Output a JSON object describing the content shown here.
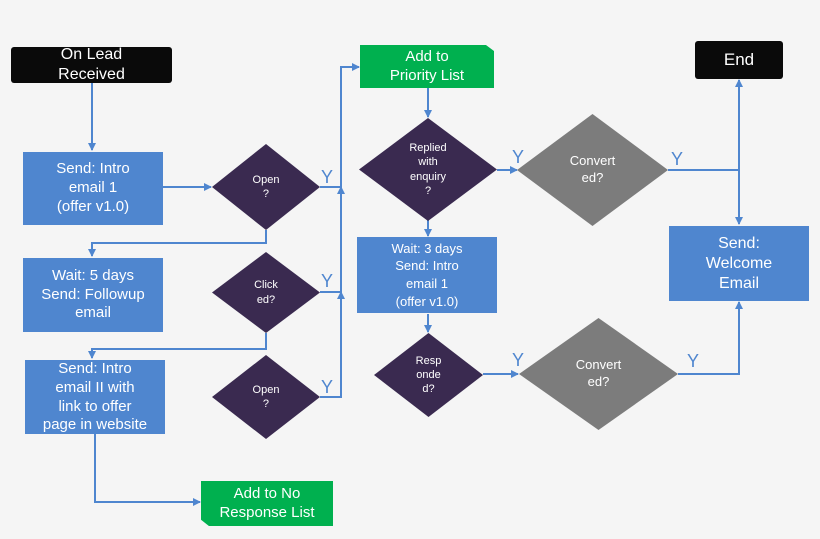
{
  "colors": {
    "terminal": "#0a0a0a",
    "process": "#4f86cf",
    "list": "#00b04f",
    "decision_dark": "#3a2a50",
    "decision_grey": "#7c7c7c",
    "connector": "#4f86cf",
    "background": "#f5f5f5"
  },
  "nodes": {
    "on_lead_received": "On Lead\nReceived",
    "send_intro_email_1": "Send: Intro\nemail 1\n(offer v1.0)",
    "open_1": "Open\n?",
    "wait_5_days": "Wait: 5 days\nSend: Followup\nemail",
    "clicked": "Click\ned?",
    "send_intro_email_2": "Send: Intro\nemail II with\nlink to offer\npage in website",
    "open_2": "Open\n?",
    "add_to_no_response": "Add to No\nResponse List",
    "add_to_priority": "Add to\nPriority List",
    "replied_with_enquiry": "Replied\nwith\nenquiry\n?",
    "wait_3_days": "Wait: 3 days\nSend: Intro\nemail 1\n(offer v1.0)",
    "responded": "Resp\nonde\nd?",
    "converted_1": "Convert\ned?",
    "converted_2": "Convert\ned?",
    "end": "End",
    "send_welcome_email": "Send:\nWelcome\nEmail"
  },
  "edge_labels": {
    "open_1_yes": "Y",
    "clicked_yes": "Y",
    "open_2_yes": "Y",
    "replied_yes": "Y",
    "converted_1_yes": "Y",
    "responded_yes": "Y",
    "converted_2_yes": "Y"
  }
}
